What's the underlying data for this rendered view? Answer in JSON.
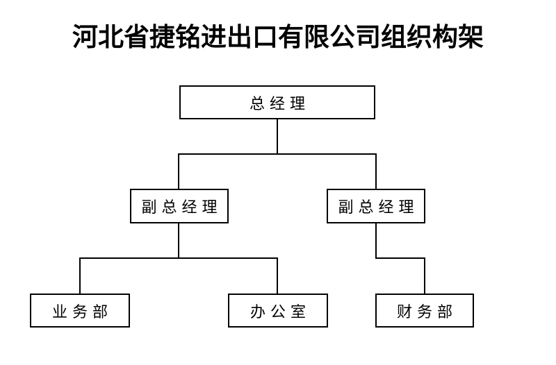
{
  "title": "河北省捷铭进出口有限公司组织构架",
  "org": {
    "root": {
      "label": "总经理"
    },
    "level2": [
      {
        "label": "副总经理",
        "position": "left",
        "parent": "总经理"
      },
      {
        "label": "副总经理",
        "position": "right",
        "parent": "总经理"
      }
    ],
    "level3": [
      {
        "label": "业务部",
        "parent": "副总经理(左)"
      },
      {
        "label": "办公室",
        "parent": "副总经理(左)"
      },
      {
        "label": "财务部",
        "parent": "副总经理(右)"
      }
    ]
  },
  "colors": {
    "background": "#ffffff",
    "box_border": "#000000",
    "connector_line": "#000000",
    "text": "#000000"
  }
}
